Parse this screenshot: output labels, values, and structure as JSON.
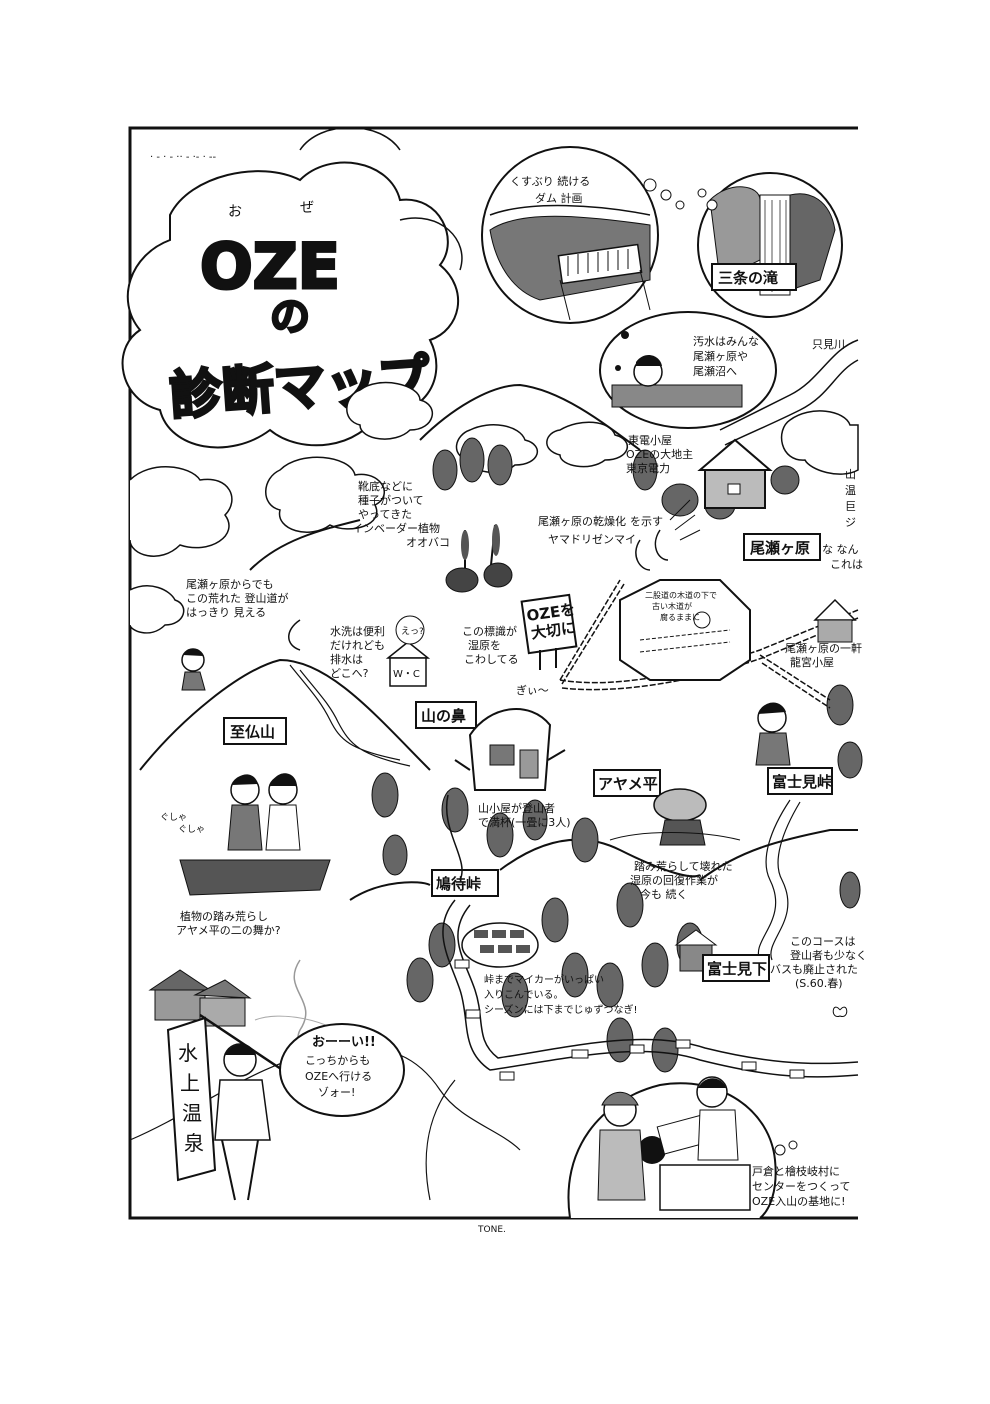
{
  "title": {
    "main": "OZE",
    "ruby_o": "お",
    "ruby_ze": "ぜ",
    "no": "の",
    "sub": "診断マップ"
  },
  "signs": {
    "shibutsu": "至仏山",
    "yamanohana": "山の鼻",
    "hatomachi": "鳩待峠",
    "ozegahara": "尾瀬ヶ原",
    "ayamedaira": "アヤメ平",
    "fujimitoge": "富士見峠",
    "fujimishita": "富士見下",
    "sanjo": "三条の滝",
    "ozeTaisetsu": [
      "OZEを",
      "大切に"
    ],
    "wc": "W・C",
    "onsen": [
      "水",
      "上",
      "温",
      "泉"
    ]
  },
  "notes": {
    "dam": [
      "くすぶり 続ける",
      "ダム 計画"
    ],
    "wastewater": [
      "汚水はみんな",
      "尾瀬ヶ原や",
      "尾瀬沼へ"
    ],
    "tadami": "只見川",
    "tokyo": [
      "東電小屋",
      "OZEの大地主",
      "東京電力"
    ],
    "oobako": [
      "靴底などに",
      "種子がついて",
      "やってきた",
      "インベーダー植物",
      "オオバコ"
    ],
    "dry": [
      "尾瀬ヶ原の乾燥化",
      "を示す"
    ],
    "yamadori": "ヤマドリゼンマイ",
    "trail": [
      "尾瀬ヶ原からでも",
      "この荒れた 登山道が",
      "はっきり 見える"
    ],
    "flush": [
      "水洗は便利",
      "だけれども",
      "排水は",
      "どこへ?"
    ],
    "ezo": "えっ?",
    "sign_damage": [
      "この標識が",
      "湿原を",
      "こわしてる"
    ],
    "twolines": [
      "二股道の木道の下で",
      "古い木道が",
      "腐るままに"
    ],
    "ichi": [
      "尾瀬ヶ原の一軒",
      "龍宮小屋"
    ],
    "right_edge": [
      "山",
      "温",
      "巨",
      "ジ",
      "な なん",
      "これは"
    ],
    "gii": "ぎぃ～",
    "full": [
      "山小屋が登山者",
      "で満杯(一畳に3人)"
    ],
    "trample": [
      "植物の踏み荒らし",
      "アヤメ平の二の舞か?"
    ],
    "gusha": [
      "ぐしゃ",
      "ぐしゃ"
    ],
    "restore": [
      "踏み荒らして壊れた",
      "湿原の回復作業が",
      "今も 続く"
    ],
    "course": [
      "このコースは",
      "登山者も少なく",
      "バスも廃止された",
      "(S.60.春)"
    ],
    "cars": [
      "峠までマイカーがいっぱい",
      "入りこんでいる。",
      "シーズンには下までじゅずつなぎ!"
    ],
    "shout": [
      "おーーい!!",
      "こっちからも",
      "OZEへ行ける",
      "ゾォー!"
    ],
    "center": [
      "戸倉と檜枝岐村に",
      "センターをつくって",
      "OZE入山の基地に!"
    ],
    "signature": "TONE."
  }
}
